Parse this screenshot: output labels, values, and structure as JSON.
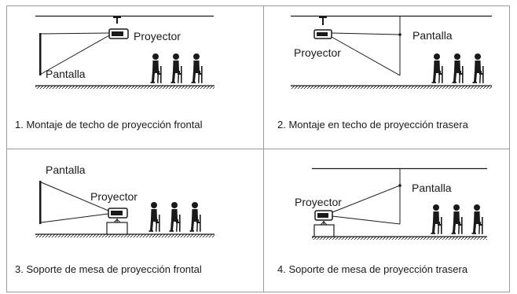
{
  "panels": [
    {
      "screen": "Pantalla",
      "projector": "Proyector",
      "caption": "1. Montaje de techo de proyección frontal"
    },
    {
      "screen": "Pantalla",
      "projector": "Proyector",
      "caption": "2. Montaje en techo de proyección trasera"
    },
    {
      "screen": "Pantalla",
      "projector": "Proyector",
      "caption": "3. Soporte de mesa de proyección frontal"
    },
    {
      "screen": "Pantalla",
      "projector": "Proyector",
      "caption": "4. Soporte de mesa de proyección trasera"
    }
  ],
  "colors": {
    "ink": "#1a1a1a",
    "border": "#9a9a9a"
  }
}
